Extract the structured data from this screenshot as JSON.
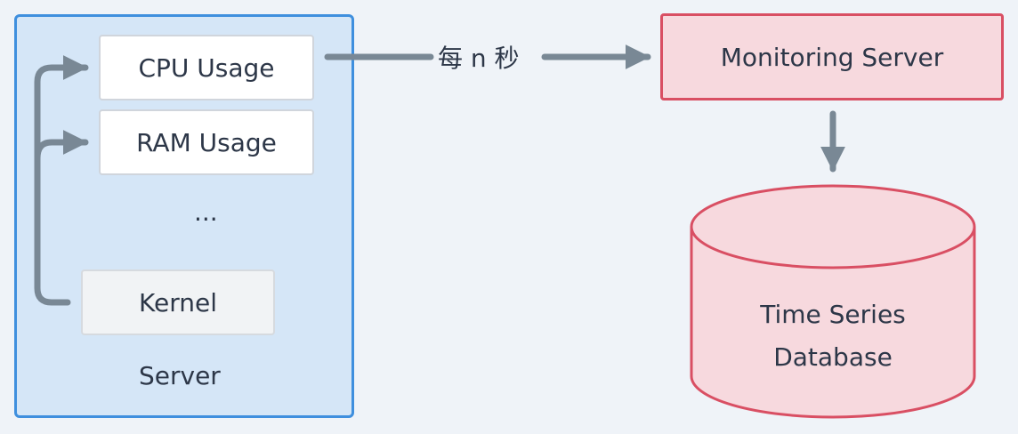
{
  "server": {
    "label": "Server",
    "metrics": [
      "CPU Usage",
      "RAM Usage"
    ],
    "ellipsis": "...",
    "kernel": "Kernel"
  },
  "edge": {
    "label": "每 n 秒"
  },
  "monitoring": {
    "label": "Monitoring Server"
  },
  "database": {
    "line1": "Time Series",
    "line2": "Database"
  },
  "colors": {
    "server_fill": "#d5e6f7",
    "server_border": "#3f8fde",
    "monitor_fill": "#f7d9de",
    "monitor_border": "#d94f63",
    "arrow": "#798895",
    "background": "#eff3f8"
  }
}
